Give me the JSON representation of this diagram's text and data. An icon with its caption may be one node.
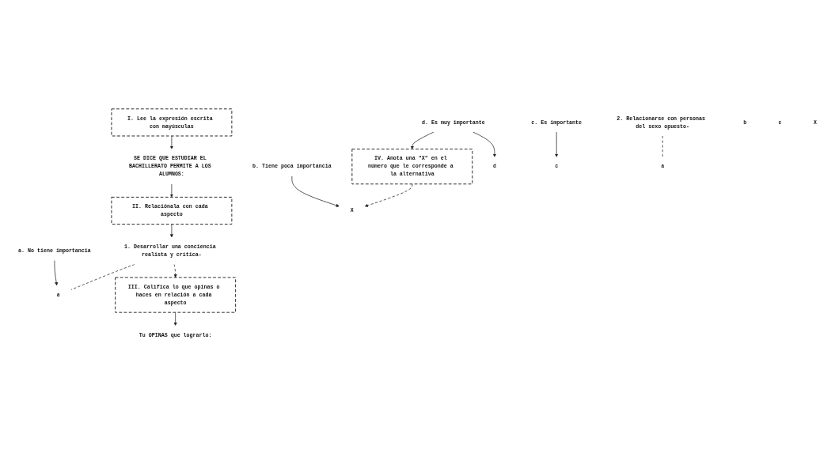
{
  "diagram": {
    "nodes": [
      {
        "text": [
          "I. Lee la expresión escrita con mayúsculas"
        ]
      },
      {
        "text": [
          "SE DICE QUE ESTUDIAR EL BACHILLERATO PERMITE A LOS ALUMNOS:"
        ]
      },
      {
        "text": [
          "II. Relaciónala con cada aspecto"
        ]
      },
      {
        "text": [
          "III. Califica lo que opinas o haces en relación a cada aspecto"
        ]
      },
      {
        "text": [
          "Tu OPINAS que lograrlo:"
        ]
      },
      {
        "text": [
          "a. No tiene importancia"
        ]
      },
      {
        "text": [
          "b. Tiene poca importancia"
        ]
      },
      {
        "text": [
          "c. Es importante"
        ]
      },
      {
        "text": [
          "d. Es muy importante"
        ]
      },
      {
        "text": [
          "IV. Anota una \"X\" en el número que le corresponde a la alternativa"
        ]
      },
      {
        "text": [
          "1. Desarrollar una conciencia realista y crítica-"
        ]
      },
      {
        "text": [
          "a"
        ]
      },
      {
        "text": [
          "X"
        ]
      },
      {
        "text": [
          "c"
        ]
      },
      {
        "text": [
          "d"
        ]
      },
      {
        "text": [
          "2. Relacionarse con personas del sexo opuesto-"
        ]
      },
      {
        "text": [
          "a"
        ]
      },
      {
        "text": [
          "b"
        ]
      },
      {
        "text": [
          "c"
        ]
      },
      {
        "text": [
          "X"
        ]
      }
    ],
    "edges": [
      {
        "from": 0,
        "to": 1,
        "arrow": "to"
      },
      {
        "from": 1,
        "to": 2,
        "arrow": "to"
      },
      {
        "from": 2,
        "to": 10,
        "arrow": "to"
      },
      {
        "from": 10,
        "to": 3,
        "arrow": "to",
        "style": "dashed"
      },
      {
        "from": 3,
        "to": 4,
        "arrow": "to"
      },
      {
        "from": 5,
        "to": 11,
        "arrow": "to"
      },
      {
        "from": 6,
        "to": 12,
        "arrow": "to"
      },
      {
        "from": 7,
        "to": 13,
        "arrow": "to"
      },
      {
        "from": 8,
        "to": 14,
        "arrow": "to"
      },
      {
        "from": 8,
        "to": 9,
        "arrow": "to"
      },
      {
        "from": 9,
        "to": 12,
        "arrow": "to",
        "style": "dashed"
      },
      {
        "from": 10,
        "to": 11,
        "arrow": "none",
        "style": "dashed"
      },
      {
        "from": 15,
        "to": 16,
        "arrow": "none",
        "style": "dashed"
      }
    ]
  }
}
